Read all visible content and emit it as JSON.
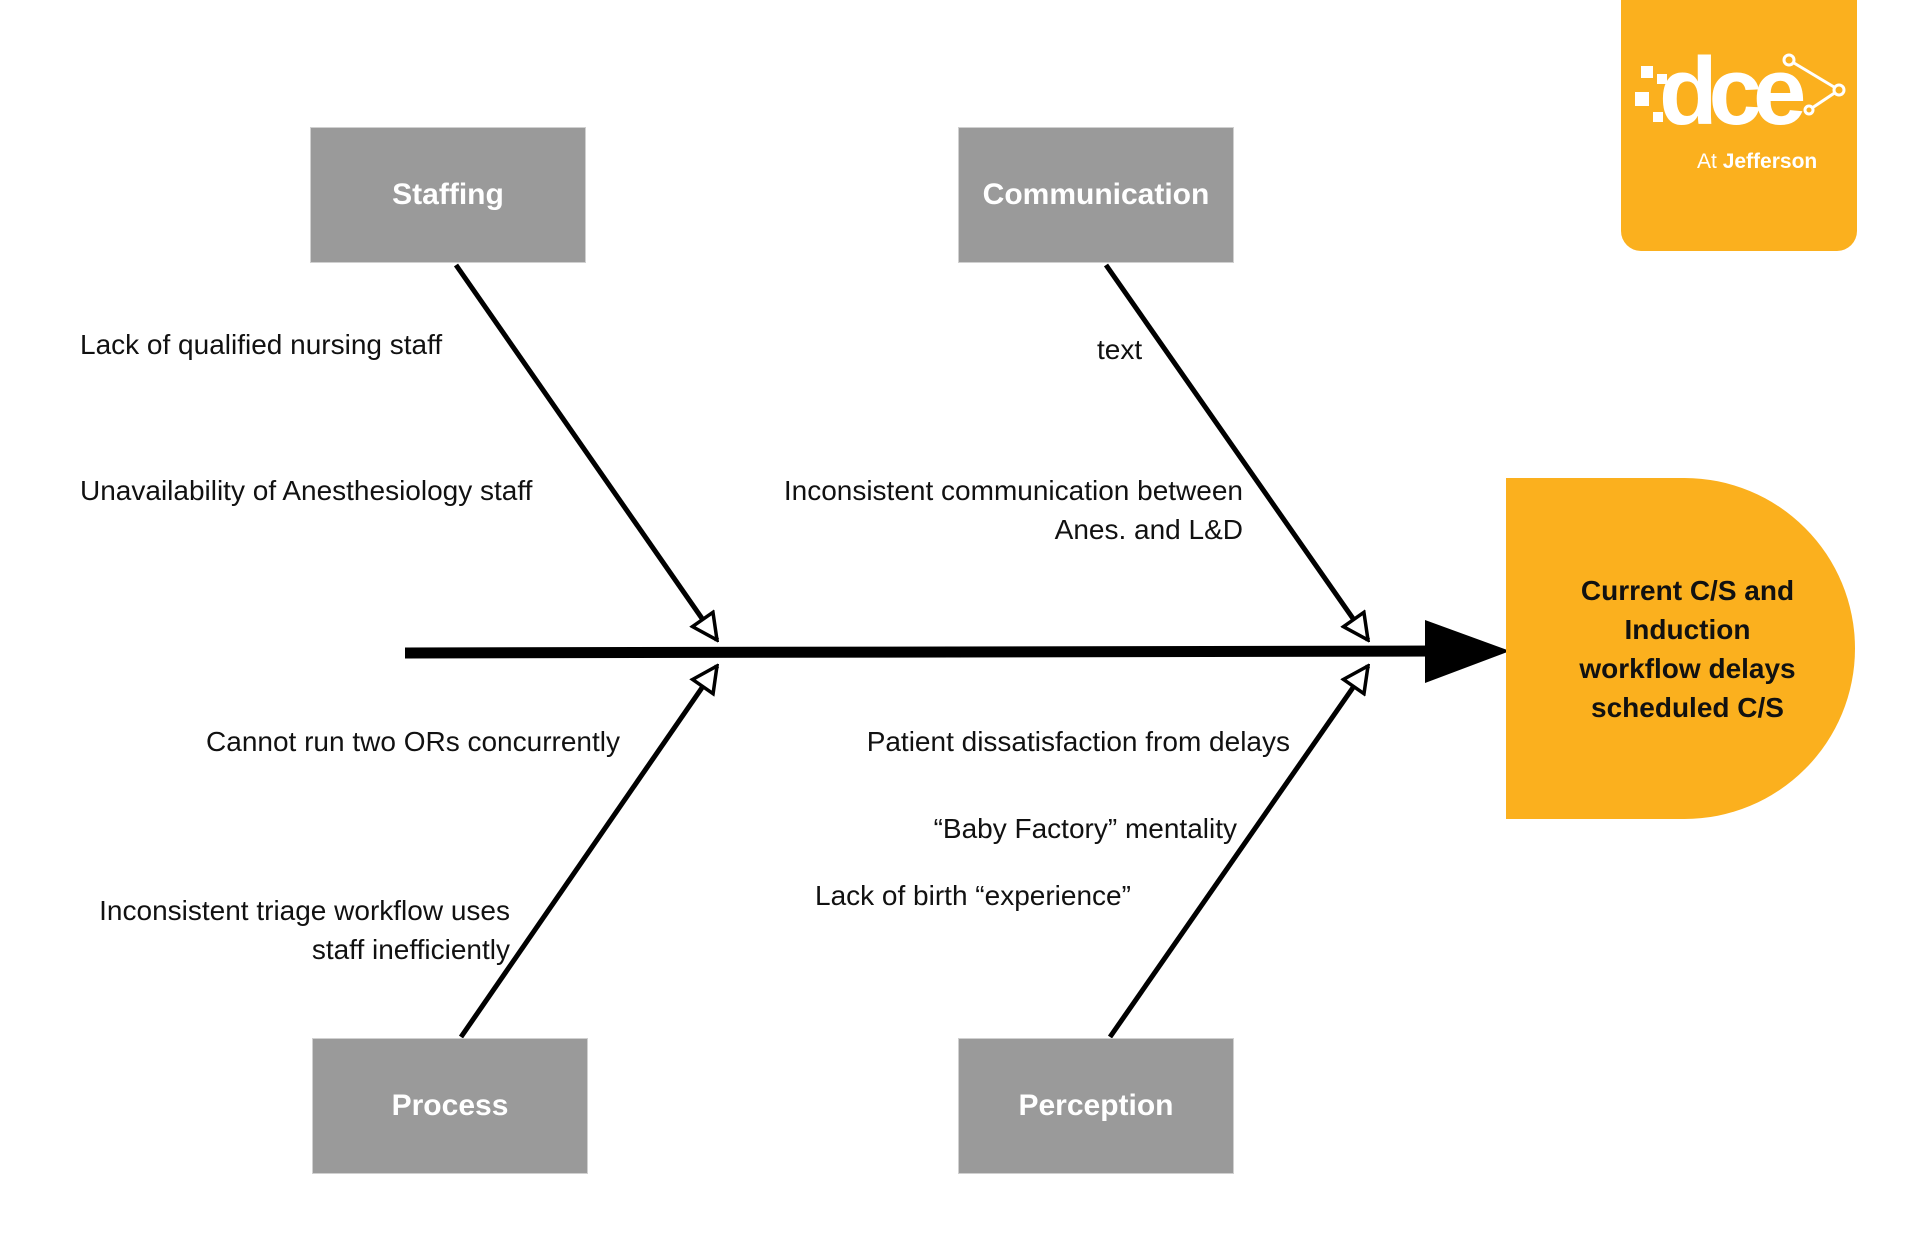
{
  "categories": {
    "staffing": "Staffing",
    "communication": "Communication",
    "process": "Process",
    "perception": "Perception"
  },
  "causes": {
    "staffing": [
      "Lack of qualified nursing staff",
      "Unavailability of Anesthesiology staff"
    ],
    "communication": [
      "text",
      "Inconsistent communication between",
      "Anes. and L&D"
    ],
    "process": [
      "Cannot run two ORs concurrently",
      "Inconsistent triage workflow uses",
      "staff inefficiently"
    ],
    "perception": [
      "Patient dissatisfaction from delays",
      "“Baby Factory” mentality",
      "Lack of birth “experience”"
    ]
  },
  "effect": {
    "lines": [
      "Current C/S and",
      "Induction",
      "workflow delays",
      "scheduled C/S"
    ]
  },
  "logo": {
    "wordmark": "dce",
    "sub_prefix": "At",
    "sub_name": "Jefferson"
  },
  "colors": {
    "accent": "#fbb01e",
    "category_box": "#9a9a9a",
    "spine": "#000000"
  }
}
